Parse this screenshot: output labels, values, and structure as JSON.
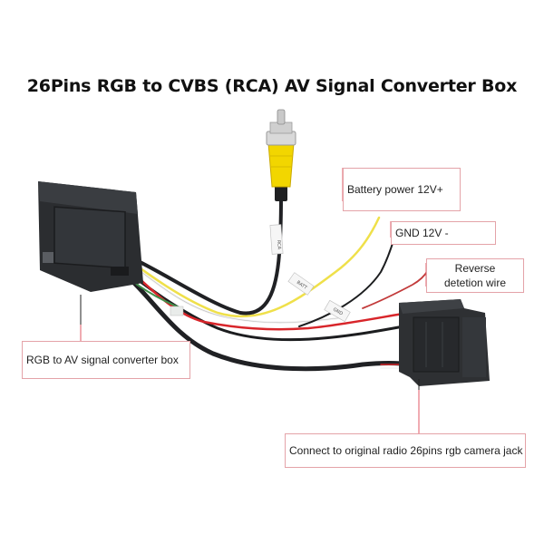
{
  "title": "26Pins RGB to CVBS (RCA) AV Signal Converter Box",
  "labels": {
    "battery": "Battery power 12V+",
    "gnd": "GND 12V -",
    "reverse_line1": "Reverse",
    "reverse_line2": "detetion  wire",
    "converter": "RGB to AV signal converter box",
    "connect": "Connect to original radio 26pins rgb camera jack"
  },
  "wire_tags": {
    "rca_tag": "RCA",
    "batt_tag": "BATT",
    "gnd_tag": "GND"
  },
  "colors": {
    "rca_yellow": "#f2d600",
    "box_black": "#2b2d30",
    "callout_border": "#e4a3a8",
    "leader_red": "#e05a64",
    "wire_red": "#d8252a",
    "wire_yellow": "#efe04a",
    "wire_green": "#3f8f4a",
    "wire_white": "#f3f3f3"
  }
}
